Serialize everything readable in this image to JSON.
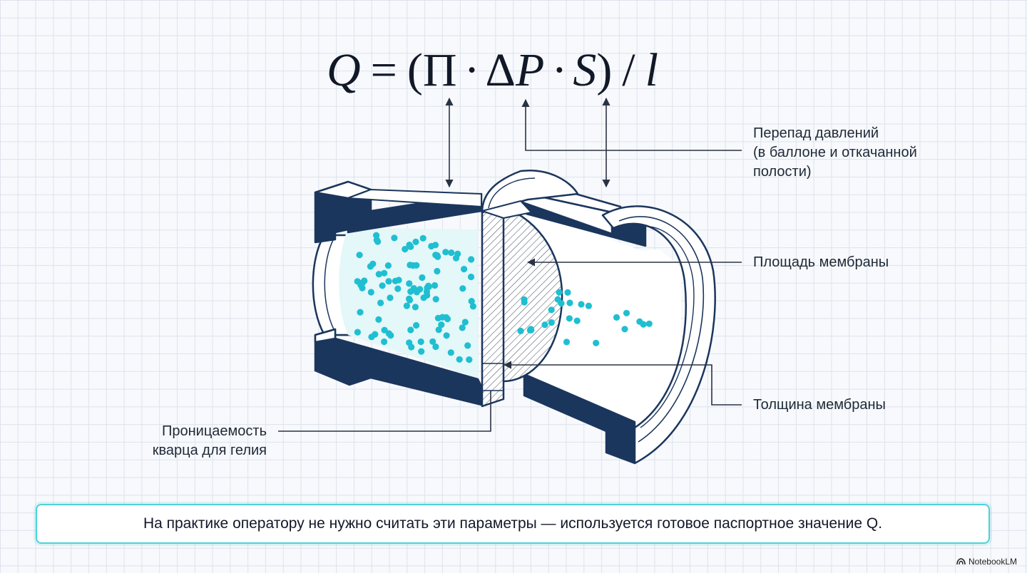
{
  "formula": {
    "Q": "Q",
    "equals": "=",
    "open_paren": "(",
    "Pi": "Π",
    "dot": "·",
    "delta": "Δ",
    "P": "P",
    "S": "S",
    "close_paren": ")",
    "slash": "/",
    "l": "l"
  },
  "labels": {
    "pressure_drop": [
      "Перепад давлений",
      "(в баллоне и откачанной",
      "полости)"
    ],
    "membrane_area": "Площадь мембраны",
    "membrane_thickness": "Толщина мембраны",
    "permeability": [
      "Проницаемость",
      "кварца для гелия"
    ]
  },
  "note": "На практике оператору не нужно считать эти параметры — используется готовое паспортное значение Q.",
  "brand": "NotebookLM",
  "colors": {
    "wall": "#1b365d",
    "particle": "#1fbfd1",
    "note_border": "#4fd1d9",
    "line": "#2a3344"
  },
  "icons": [
    "arrow-up-down-icon",
    "notebooklm-logo-icon"
  ]
}
